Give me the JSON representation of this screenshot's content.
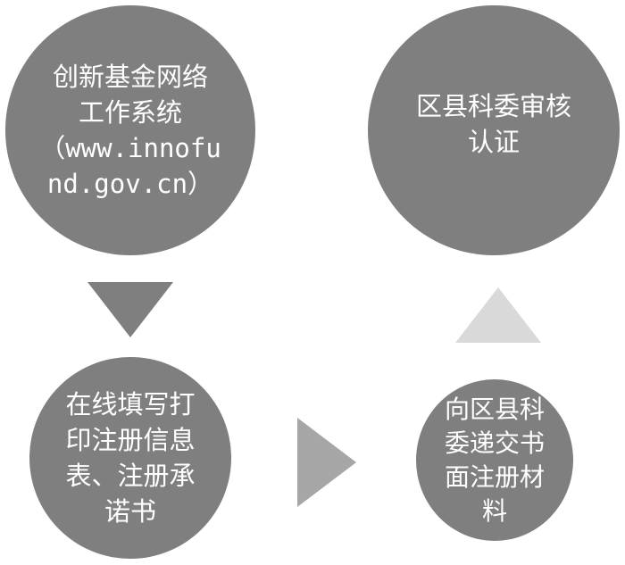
{
  "steps": [
    {
      "lines": [
        "创新基金网络",
        "工作系统",
        "（www.innofu",
        "nd.gov.cn）"
      ]
    },
    {
      "lines": [
        "在线填写打",
        "印注册信息",
        "表、注册承",
        "诺书"
      ]
    },
    {
      "lines": [
        "向区县科",
        "委递交书",
        "面注册材",
        "料"
      ]
    },
    {
      "lines": [
        "区县科委审核",
        "认证"
      ]
    }
  ],
  "colors": {
    "circle": "#7f7f7f",
    "arrow_down": "#7f7f7f",
    "arrow_right": "#a6a6a6",
    "arrow_up": "#d9d9d9",
    "text": "#ffffff"
  },
  "arrows": [
    "arrow-down",
    "arrow-right",
    "arrow-up"
  ]
}
